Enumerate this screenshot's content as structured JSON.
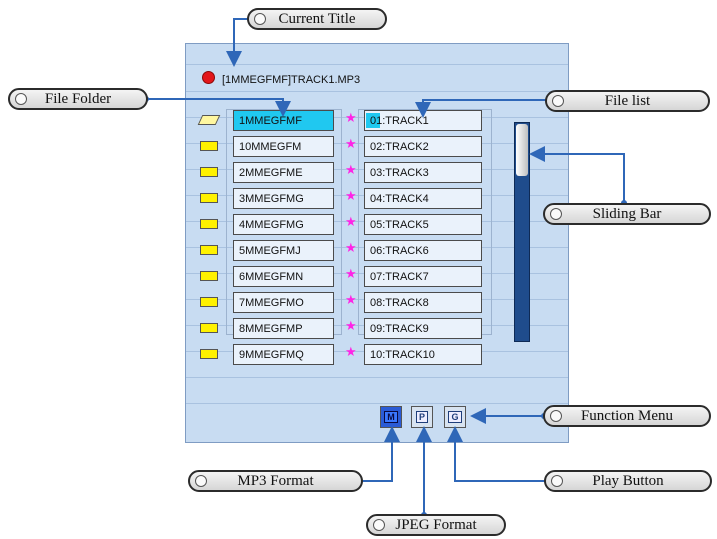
{
  "labels": {
    "current_title": "Current Title",
    "file_folder": "File Folder",
    "file_list": "File list",
    "sliding_bar": "Sliding Bar",
    "function_menu": "Function Menu",
    "mp3_format": "MP3 Format",
    "play_button": "Play Button",
    "jpeg_format": "JPEG Format"
  },
  "screen": {
    "title": "[1MMEGFMF]TRACK1.MP3",
    "folders": [
      "1MMEGFMF",
      "10MMEGFM",
      "2MMEGFME",
      "3MMEGFMG",
      "4MMEGFMG",
      "5MMEGFMJ",
      "6MMEGFMN",
      "7MMEGFMO",
      "8MMEGFMP",
      "9MMEGFMQ"
    ],
    "tracks": [
      "01:TRACK1",
      "02:TRACK2",
      "03:TRACK3",
      "04:TRACK4",
      "05:TRACK5",
      "06:TRACK6",
      "07:TRACK7",
      "08:TRACK8",
      "09:TRACK9",
      "10:TRACK10"
    ],
    "selected_index": 0,
    "function_buttons": [
      {
        "glyph": "M",
        "icon": "mp3-format-icon",
        "active": true
      },
      {
        "glyph": "P",
        "icon": "jpeg-format-icon",
        "active": false
      },
      {
        "glyph": "G",
        "icon": "play-icon",
        "active": false
      }
    ]
  },
  "colors": {
    "selected": "#20c8f0",
    "star": "#ff24e6",
    "folder": "#fff200",
    "record_dot": "#e3161b",
    "scrollbar": "#1f4c8c"
  }
}
